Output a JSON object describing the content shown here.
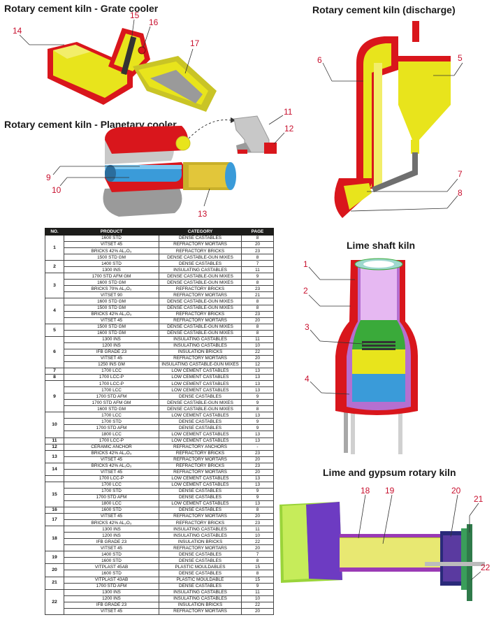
{
  "titles": {
    "grate_cooler": "Rotary cement kiln - Grate cooler",
    "planetary_cooler": "Rotary cement kiln - Planetary cooler",
    "discharge": "Rotary cement kiln (discharge)",
    "lime_shaft": "Lime shaft  kiln",
    "lime_gypsum": "Lime and gypsum rotary kiln"
  },
  "callouts": {
    "grate": [
      "14",
      "15",
      "16",
      "17"
    ],
    "planetary": [
      "9",
      "10",
      "11",
      "12",
      "13"
    ],
    "discharge": [
      "5",
      "6",
      "7",
      "8"
    ],
    "shaft": [
      "1",
      "2",
      "3",
      "4"
    ],
    "gypsum": [
      "18",
      "19",
      "20",
      "21",
      "22"
    ]
  },
  "colors": {
    "refractory_red": "#d9161c",
    "lining_yellow": "#e8e41c",
    "lining_blue": "#3a9bd9",
    "lining_green": "#3aaa3a",
    "lining_purple": "#5b3a9c",
    "table_header": "#1d1d1b"
  },
  "table": {
    "headers": [
      "NO.",
      "PRODUCT",
      "CATEGORY",
      "PAGE"
    ],
    "groups": [
      {
        "no": "1",
        "rows": [
          [
            "1600 STD",
            "DENSE CASTABLES",
            "8"
          ],
          [
            "VITSET 45",
            "REFRACTORY MORTARS",
            "20"
          ],
          [
            "BRICKS 42% AL₂O₃",
            "REFRACTORY BRICKS",
            "23"
          ],
          [
            "1500 STD GM",
            "DENSE CASTABLE-GUN MIXES",
            "8"
          ]
        ]
      },
      {
        "no": "2",
        "rows": [
          [
            "1400 STD",
            "DENSE CASTABLES",
            "7"
          ],
          [
            "1300 INS",
            "INSULATING CASTABLES",
            "11"
          ]
        ]
      },
      {
        "no": "3",
        "rows": [
          [
            "1700 STD AFM GM",
            "DENSE CASTABLE-GUN MIXES",
            "9"
          ],
          [
            "1600 STD GM",
            "DENSE CASTABLE-GUN MIXES",
            "8"
          ],
          [
            "BRICKS 70% AL₂O₃",
            "REFRACTORY BRICKS",
            "23"
          ],
          [
            "VITSET 90",
            "REFRACTORY MORTARS",
            "21"
          ]
        ]
      },
      {
        "no": "4",
        "rows": [
          [
            "1600 STD GM",
            "DENSE CASTABLE-GUN MIXES",
            "8"
          ],
          [
            "1500 STD GM",
            "DENSE CASTABLE-GUN MIXES",
            "8"
          ],
          [
            "BRICKS 42% AL₂O₃",
            "REFRACTORY BRICKS",
            "23"
          ],
          [
            "VITSET 45",
            "REFRACTORY MORTARS",
            "20"
          ]
        ]
      },
      {
        "no": "5",
        "rows": [
          [
            "1500 STD GM",
            "DENSE CASTABLE-GUN MIXES",
            "8"
          ],
          [
            "1600 STD GM",
            "DENSE CASTABLE-GUN MIXES",
            "8"
          ]
        ]
      },
      {
        "no": "6",
        "rows": [
          [
            "1300 INS",
            "INSULATING CASTABLES",
            "11"
          ],
          [
            "1200 INS",
            "INSULATING CASTABLES",
            "10"
          ],
          [
            "IFB GRADE 23",
            "INSULATION BRICKS",
            "22"
          ],
          [
            "VITSET 45",
            "REFRACTORY MORTARS",
            "20"
          ],
          [
            "1250 INS  GM",
            "INSULATING CASTABLE-GUN MIXES",
            "12"
          ]
        ]
      },
      {
        "no": "7",
        "rows": [
          [
            "1700 LCC",
            "LOW CEMENT CASTABLES",
            "13"
          ]
        ]
      },
      {
        "no": "8",
        "rows": [
          [
            "1700 LCC-P",
            "LOW CEMENT CASTABLES",
            "13"
          ]
        ]
      },
      {
        "no": "9",
        "rows": [
          [
            "1700 LCC-P",
            "LOW CEMENT CASTABLES",
            "13"
          ],
          [
            "1700 LCC",
            "LOW CEMENT CASTABLES",
            "13"
          ],
          [
            "1700 STD AFM",
            "DENSE CASTABLES",
            "9"
          ],
          [
            "1700 STD AFM GM",
            "DENSE CASTABLE-GUN MIXES",
            "9"
          ],
          [
            "1600 STD GM",
            "DENSE CASTABLE-GUN MIXES",
            "8"
          ]
        ]
      },
      {
        "no": "10",
        "rows": [
          [
            "1700 LCC",
            "LOW CEMENT CASTABLES",
            "13"
          ],
          [
            "1700 STD",
            "DENSE CASTABLES",
            "9"
          ],
          [
            "1700 STD AFM",
            "DENSE CASTABLES",
            "9"
          ],
          [
            "1800 LCC",
            "LOW CEMENT CASTABLES",
            "13"
          ]
        ]
      },
      {
        "no": "11",
        "rows": [
          [
            "1700 LCC-P",
            "LOW CEMENT CASTABLES",
            "13"
          ]
        ]
      },
      {
        "no": "12",
        "rows": [
          [
            "CERAMIC ANCHOR",
            "REFRACTORY ANCHORS",
            "-"
          ]
        ]
      },
      {
        "no": "13",
        "rows": [
          [
            "BRICKS 42% AL₂O₃",
            "REFRACTORY BRICKS",
            "23"
          ],
          [
            "VITSET 45",
            "REFRACTORY MORTARS",
            "20"
          ]
        ]
      },
      {
        "no": "14",
        "rows": [
          [
            "BRICKS 42% AL₂O₃",
            "REFRACTORY BRICKS",
            "23"
          ],
          [
            "VITSET 45",
            "REFRACTORY MORTARS",
            "20"
          ]
        ]
      },
      {
        "no": "",
        "rows": [
          [
            "1700 LCC-P",
            "LOW CEMENT CASTABLES",
            "13"
          ]
        ]
      },
      {
        "no": "15",
        "rows": [
          [
            "1700 LCC",
            "LOW CEMENT CASTABLES",
            "13"
          ],
          [
            "1700 STD",
            "DENSE CASTABLES",
            "9"
          ],
          [
            "1700 STD AFM",
            "DENSE CASTABLES",
            "9"
          ],
          [
            "1800 LCC",
            "LOW CEMENT CASTABLES",
            "13"
          ]
        ]
      },
      {
        "no": "16",
        "rows": [
          [
            "1600 STD",
            "DENSE CASTABLES",
            "8"
          ]
        ]
      },
      {
        "no": "17",
        "rows": [
          [
            "VITSET 45",
            "REFRACTORY MORTARS",
            "20"
          ],
          [
            "BRICKS 42% AL₂O₃",
            "REFRACTORY BRICKS",
            "23"
          ]
        ]
      },
      {
        "no": "18",
        "rows": [
          [
            "1300 INS",
            "INSULATING CASTABLES",
            "11"
          ],
          [
            "1200 INS",
            "INSULATING CASTABLES",
            "10"
          ],
          [
            "IFB GRADE 23",
            "INSULATION BRICKS",
            "22"
          ],
          [
            "VITSET 45",
            "REFRACTORY MORTARS",
            "20"
          ]
        ]
      },
      {
        "no": "19",
        "rows": [
          [
            "1400 STD",
            "DENSE CASTABLES",
            "7"
          ],
          [
            "1600 STD",
            "DENSE CASTABLES",
            "8"
          ]
        ]
      },
      {
        "no": "20",
        "rows": [
          [
            "VITPLAST 45AB",
            "PLASTIC MOULDABLES",
            "15"
          ],
          [
            "1600 STD",
            "DENSE CASTABLES",
            "8"
          ]
        ]
      },
      {
        "no": "21",
        "rows": [
          [
            "VITPLAST 43AB",
            "PLASTIC MOULDABLE",
            "15"
          ],
          [
            "1700 STD AFM",
            "DENSE CASTABLES",
            "9"
          ]
        ]
      },
      {
        "no": "22",
        "rows": [
          [
            "1300 INS",
            "INSULATING CASTABLES",
            "11"
          ],
          [
            "1200 INS",
            "INSULATING CASTABLES",
            "10"
          ],
          [
            "IFB GRADE 23",
            "INSULATION BRICKS",
            "22"
          ],
          [
            "VITSET 45",
            "REFRACTORY MORTARS",
            "20"
          ]
        ]
      }
    ]
  }
}
